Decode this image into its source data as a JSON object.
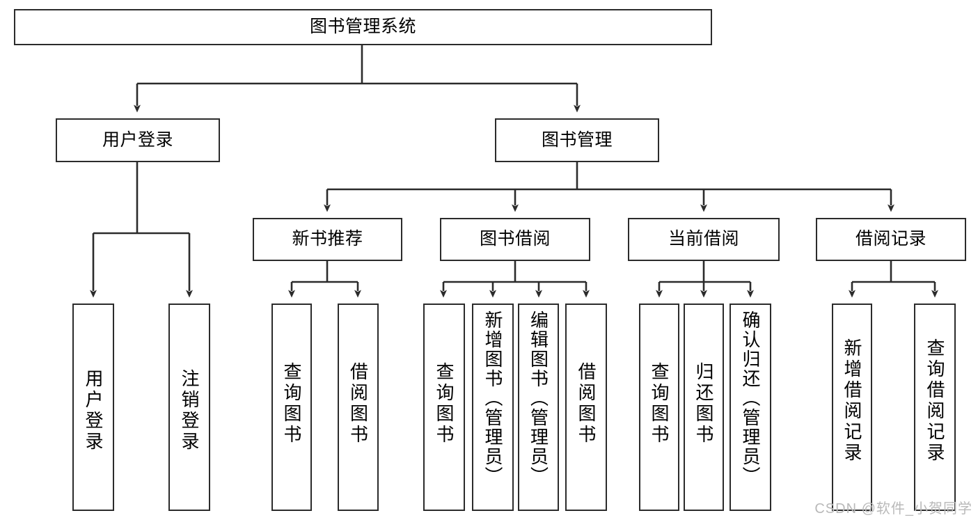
{
  "diagram": {
    "title": "图书管理系统",
    "type": "tree-hierarchy-diagram",
    "line_color": "#2b2b2b",
    "background_color": "#ffffff",
    "nodes": {
      "root": "图书管理系统",
      "level2": {
        "user_login": "用户登录",
        "book_management": "图书管理"
      },
      "level3": {
        "new_book_recommend": "新书推荐",
        "book_borrow": "图书借阅",
        "current_borrow": "当前借阅",
        "borrow_record": "借阅记录"
      },
      "leaves": {
        "user_login_children": [
          "用户登录",
          "注销登录"
        ],
        "new_book_recommend_children": [
          "查询图书",
          "借阅图书"
        ],
        "book_borrow_children": [
          "查询图书",
          "新增图书（管理员）",
          "编辑图书（管理员）",
          "借阅图书"
        ],
        "current_borrow_children": [
          "查询图书",
          "归还图书",
          "确认归还（管理员）"
        ],
        "borrow_record_children": [
          "新增借阅记录",
          "查询借阅记录"
        ]
      }
    }
  },
  "watermark": {
    "text": "CSDN @软件_小贺同学",
    "color": "#b9b9b9"
  }
}
